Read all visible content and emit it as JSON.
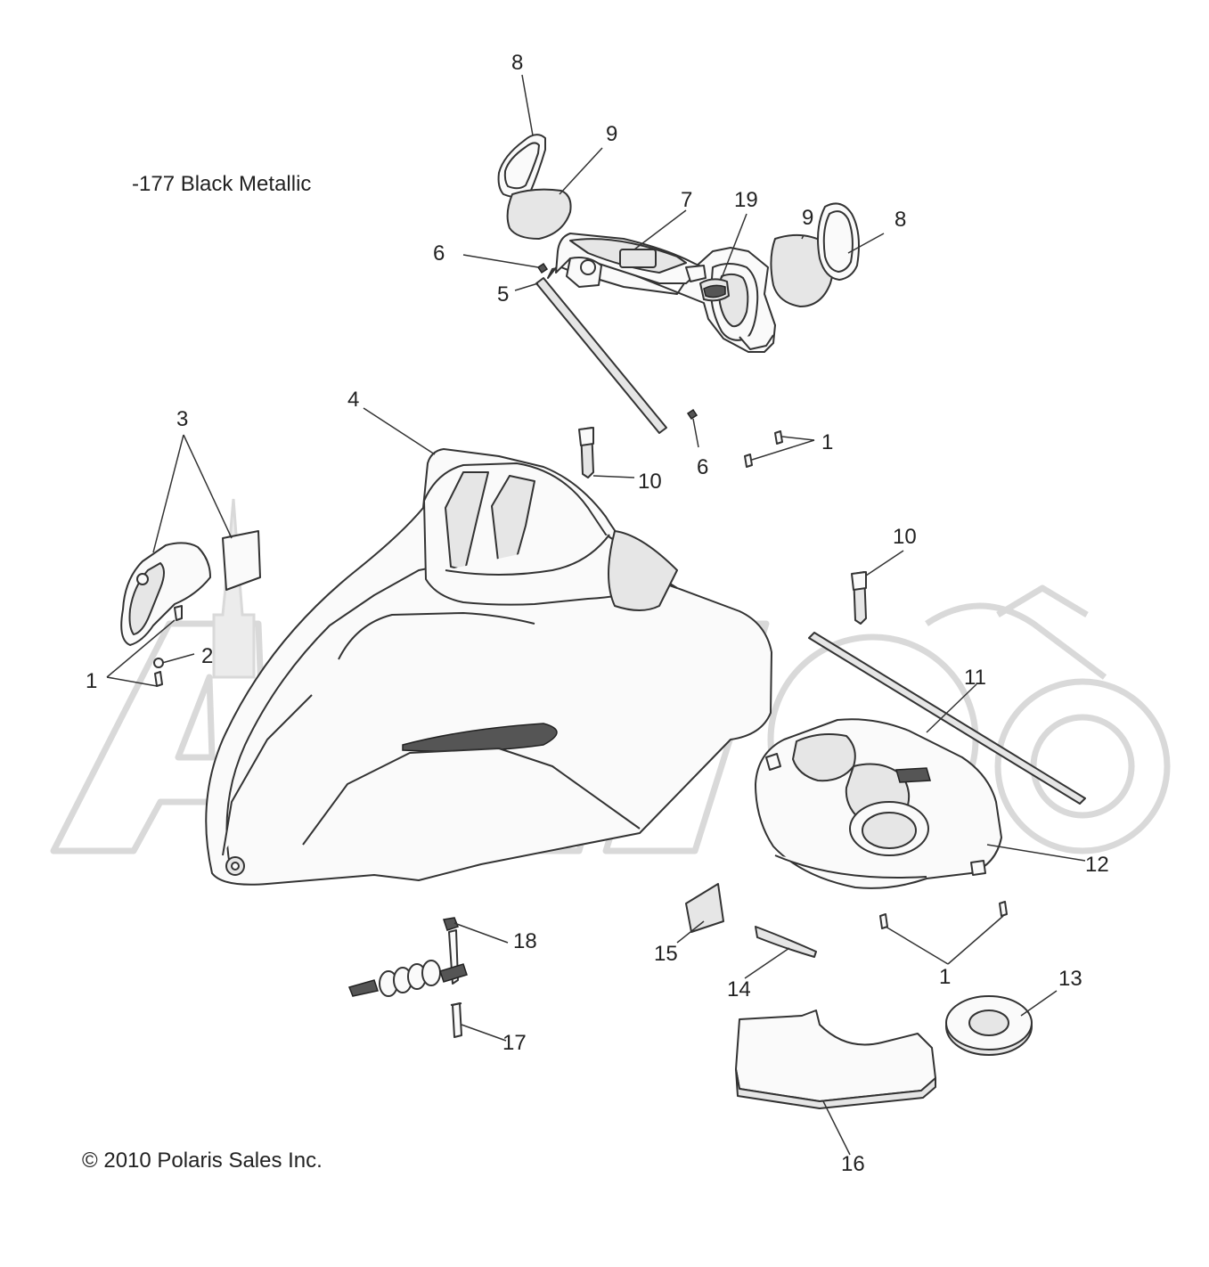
{
  "header": {
    "color_note": "-177  Black Metallic"
  },
  "footer": {
    "copyright": "© 2010 Polaris Sales Inc."
  },
  "callouts": [
    "8",
    "9",
    "19",
    "7",
    "9",
    "8",
    "6",
    "5",
    "6",
    "1",
    "10",
    "4",
    "3",
    "10",
    "2",
    "1",
    "11",
    "12",
    "18",
    "15",
    "14",
    "1",
    "13",
    "17",
    "16"
  ],
  "colors": {
    "line": "#333333",
    "watermark": "#d9d9d9"
  }
}
